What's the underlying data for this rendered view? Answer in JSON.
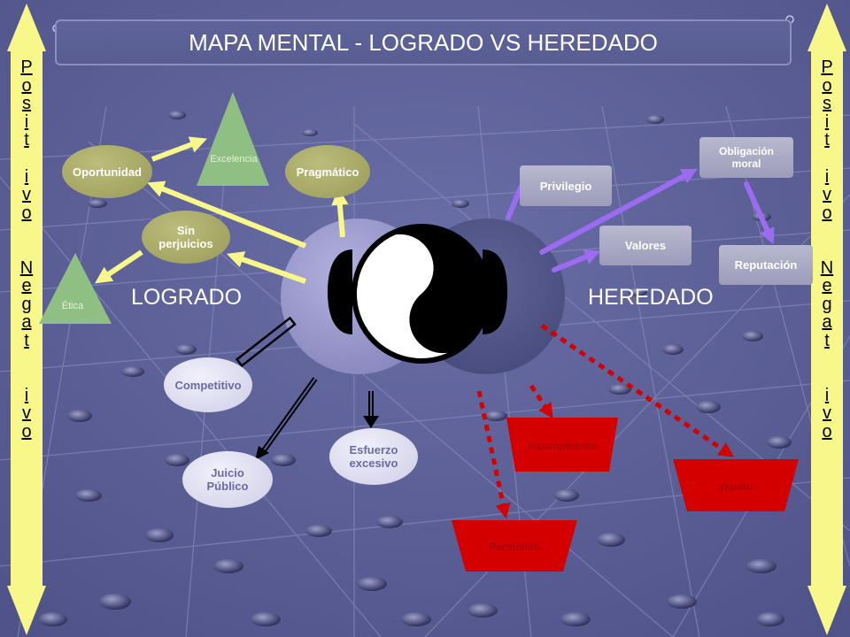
{
  "title": "MAPA MENTAL - LOGRADO VS HEREDADO",
  "side_bars": {
    "left": "P\no\ns\ni\nt\n \ni\nv\no\n \n \nN\ne\ng\na\nt\n \n \ni\nv\no",
    "right": "P\no\ns\ni\nt\n \ni\nv\no\n \n \nN\ne\ng\na\nt\n \n \ni\nv\no"
  },
  "sections": {
    "left": "LOGRADO",
    "right": "HEREDADO"
  },
  "logrado_positive": {
    "oportunidad": "Oportunidad",
    "excelencia": "Excelencia",
    "pragmatico": "Pragmático",
    "sin_perjuicios": "Sin perjuicios",
    "etica": "Ética"
  },
  "logrado_negative": {
    "competitivo": "Competitivo",
    "juicio_publico": "Juicio Público",
    "esfuerzo_excesivo": "Esfuerzo excesivo"
  },
  "heredado_positive": {
    "privilegio": "Privilegio",
    "obligacion_moral": "Obligación moral",
    "valores": "Valores",
    "reputacion": "Reputación"
  },
  "heredado_negative": {
    "incompetente": "Incompetente",
    "permisivo": "Permisivo",
    "injusto": "Injusto"
  },
  "colors": {
    "background": "#5b5f96",
    "side_bar": "#f7f78a",
    "olive_node": "#a6a766",
    "green_triangle": "#8fbf82",
    "lilac_node": "#e6e4f4",
    "grey_box": "#b3b3cc",
    "red_shape": "#d40000",
    "yellow_arrow": "#f7f78a",
    "purple_arrow": "#9b6cf0"
  }
}
